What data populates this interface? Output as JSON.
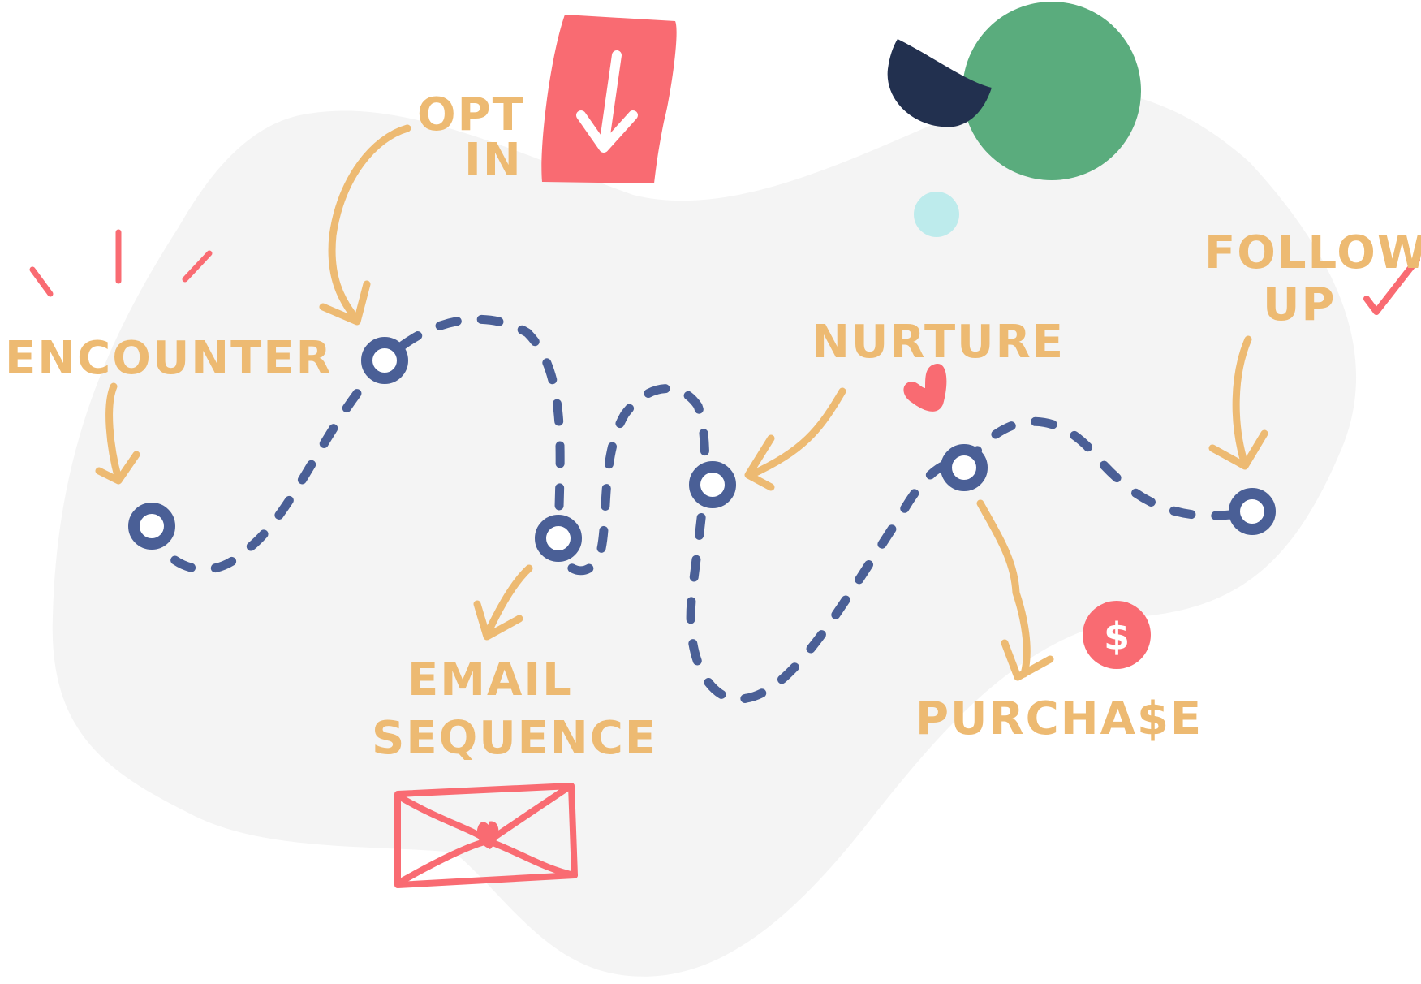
{
  "stages": [
    {
      "id": "encounter",
      "label": "ENCOUNTER"
    },
    {
      "id": "opt-in",
      "label_line1": "OPT",
      "label_line2": "IN"
    },
    {
      "id": "email-sequence",
      "label_line1": "EMAIL",
      "label_line2": "SEQUENCE"
    },
    {
      "id": "nurture",
      "label": "NURTURE"
    },
    {
      "id": "purchase",
      "label": "PURCHA$E"
    },
    {
      "id": "follow-up",
      "label_line1": "FOLLOW",
      "label_line2": "UP"
    }
  ],
  "icons": {
    "download": "download-arrow-icon",
    "envelope": "envelope-icon",
    "heart": "heart-icon",
    "dollar": "dollar-coin-icon",
    "check": "checkmark-icon",
    "dollar_glyph": "$"
  },
  "colors": {
    "path": "#4A5F96",
    "label": "#EDBA72",
    "accent": "#F96B72",
    "blob": "#F4F4F4",
    "green": "#5AAC7D",
    "navy": "#22304F",
    "cyan": "#BDEBEC"
  }
}
